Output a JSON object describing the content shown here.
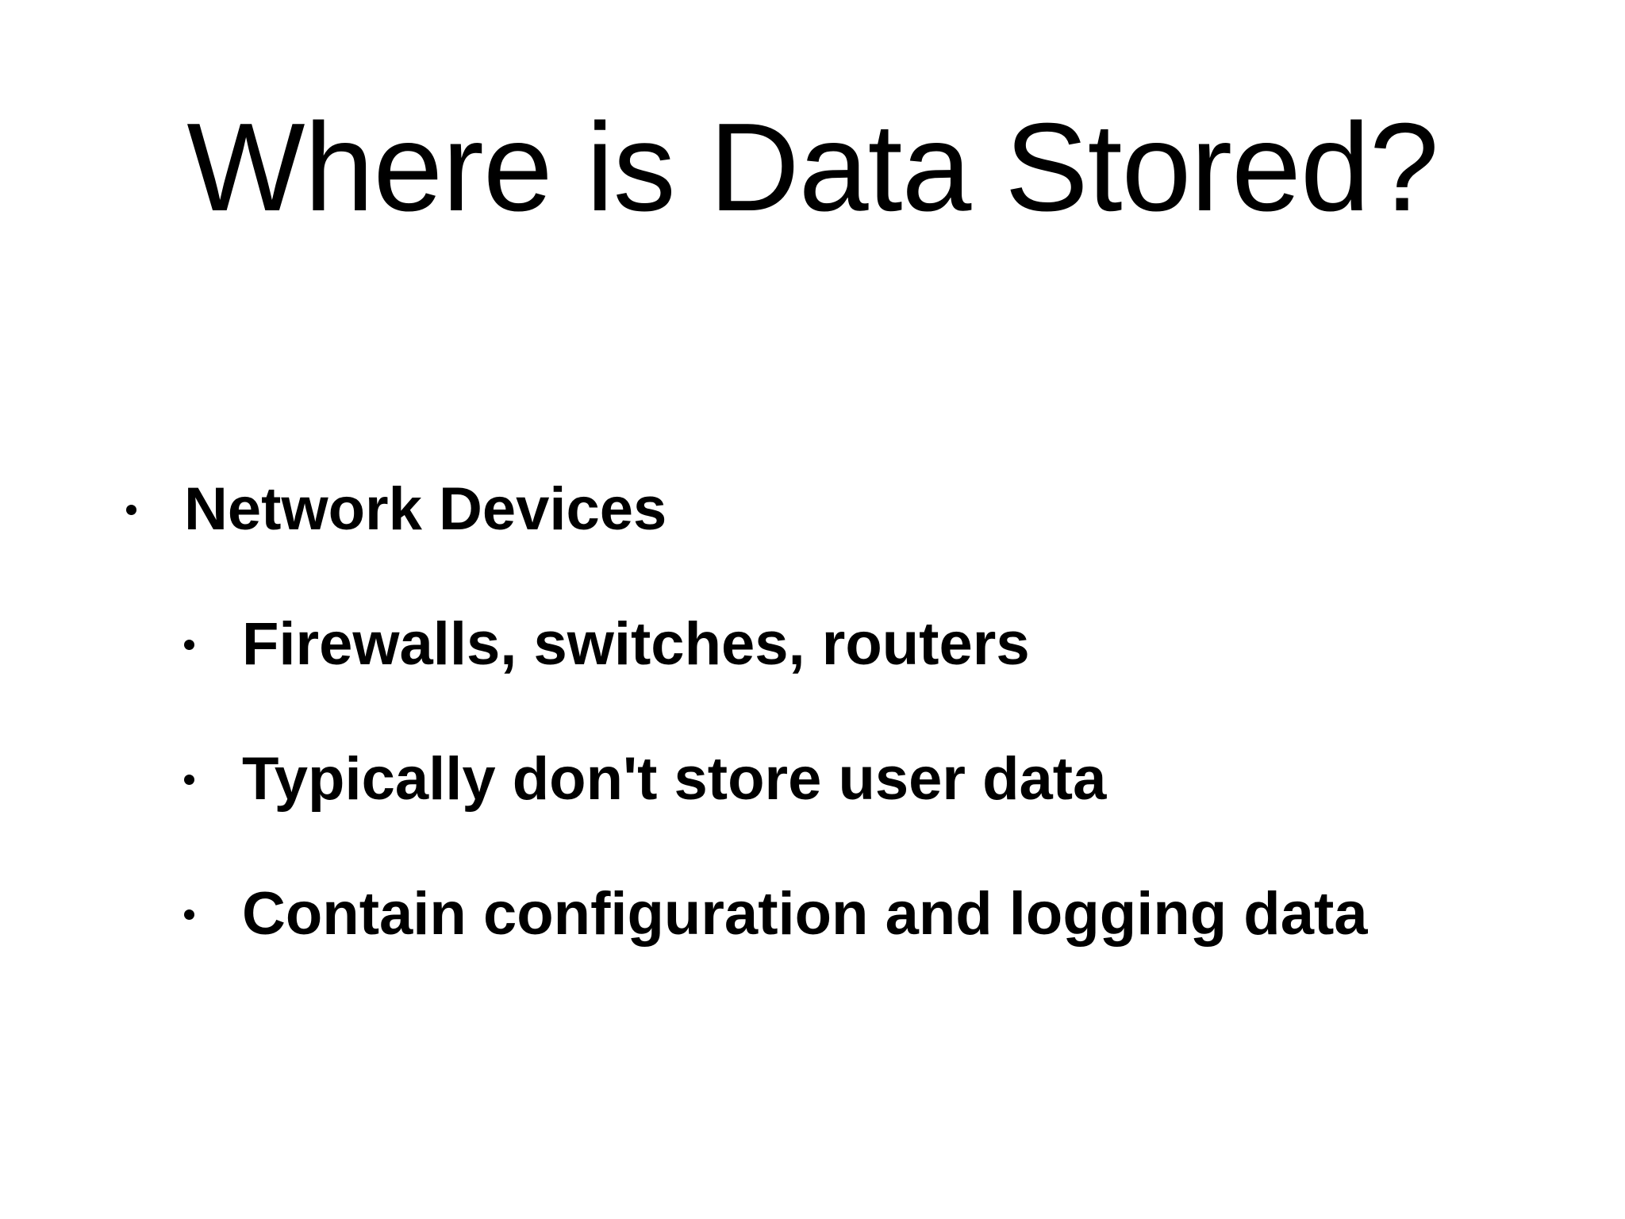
{
  "slide": {
    "background_color": "#ffffff",
    "text_color": "#000000",
    "title": "Where is Data Stored?",
    "bullets": [
      {
        "level": 1,
        "marker": "bullet-dot-icon",
        "text": "Network Devices"
      },
      {
        "level": 2,
        "marker": "bullet-dot-icon",
        "text": "Firewalls, switches, routers"
      },
      {
        "level": 2,
        "marker": "bullet-dot-icon",
        "text": "Typically don't store user data"
      },
      {
        "level": 2,
        "marker": "bullet-dot-icon",
        "text": "Contain configuration and logging data"
      }
    ]
  }
}
